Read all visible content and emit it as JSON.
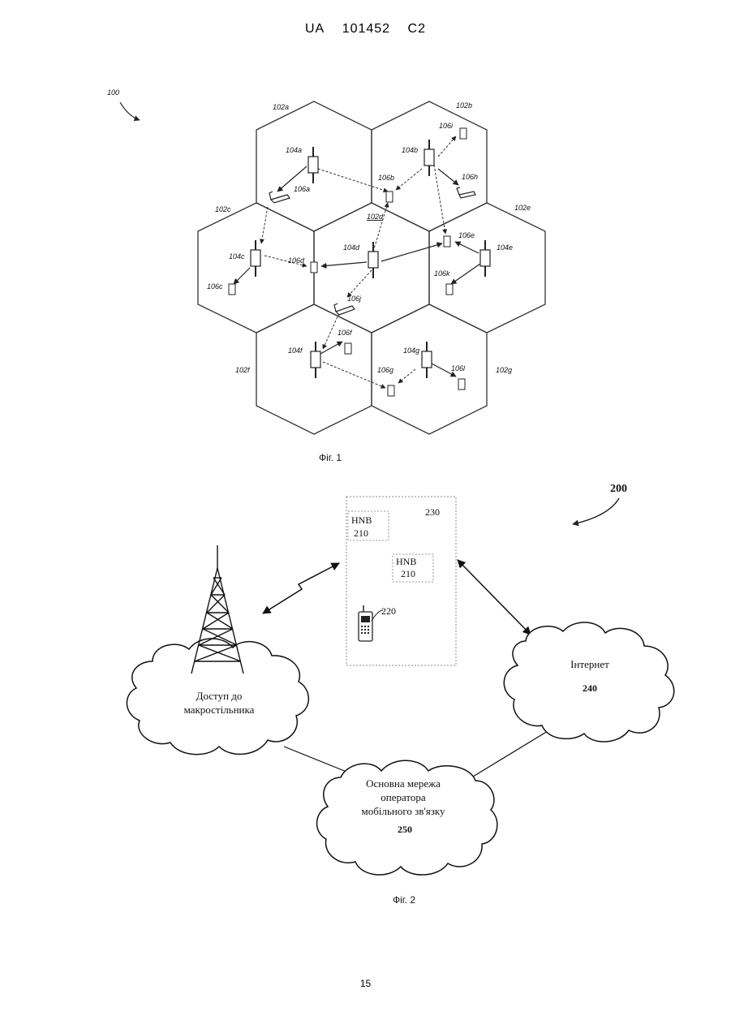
{
  "header": {
    "office": "UA",
    "number": "101452",
    "kind": "C2"
  },
  "page_number": "15",
  "fig1": {
    "ref": "100",
    "caption": "Фіг. 1",
    "cells": [
      "102a",
      "102b",
      "102c",
      "102d",
      "102e",
      "102f",
      "102g"
    ],
    "base_stations": [
      "104a",
      "104b",
      "104c",
      "104d",
      "104e",
      "104f",
      "104g"
    ],
    "terminals": [
      "106a",
      "106b",
      "106c",
      "106d",
      "106e",
      "106f",
      "106g",
      "106h",
      "106i",
      "106j",
      "106k",
      "106l"
    ]
  },
  "fig2": {
    "ref": "200",
    "caption": "Фіг. 2",
    "building_ref": "230",
    "hnb1": {
      "name": "HNB",
      "ref": "210"
    },
    "hnb2": {
      "name": "HNB",
      "ref": "210"
    },
    "ue_ref": "220",
    "macro_cloud": {
      "line1": "Доступ до",
      "line2": "макростільника"
    },
    "internet_cloud": {
      "name": "Інтернет",
      "ref": "240"
    },
    "core_cloud": {
      "line1": "Основна мережа",
      "line2": "оператора",
      "line3": "мобільного зв'язку",
      "ref": "250"
    }
  }
}
